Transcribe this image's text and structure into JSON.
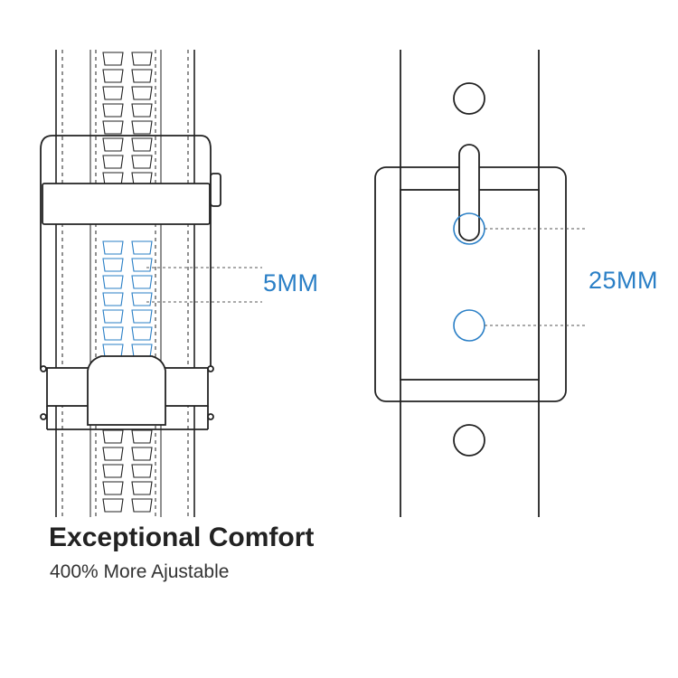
{
  "dimensions": {
    "ratchet_increment": "5MM",
    "hole_spacing": "25MM"
  },
  "caption": {
    "headline": "Exceptional Comfort",
    "subline": "400% More Ajustable"
  },
  "colors": {
    "outline": "#222222",
    "accent": "#2a7fc6",
    "background": "#ffffff"
  }
}
